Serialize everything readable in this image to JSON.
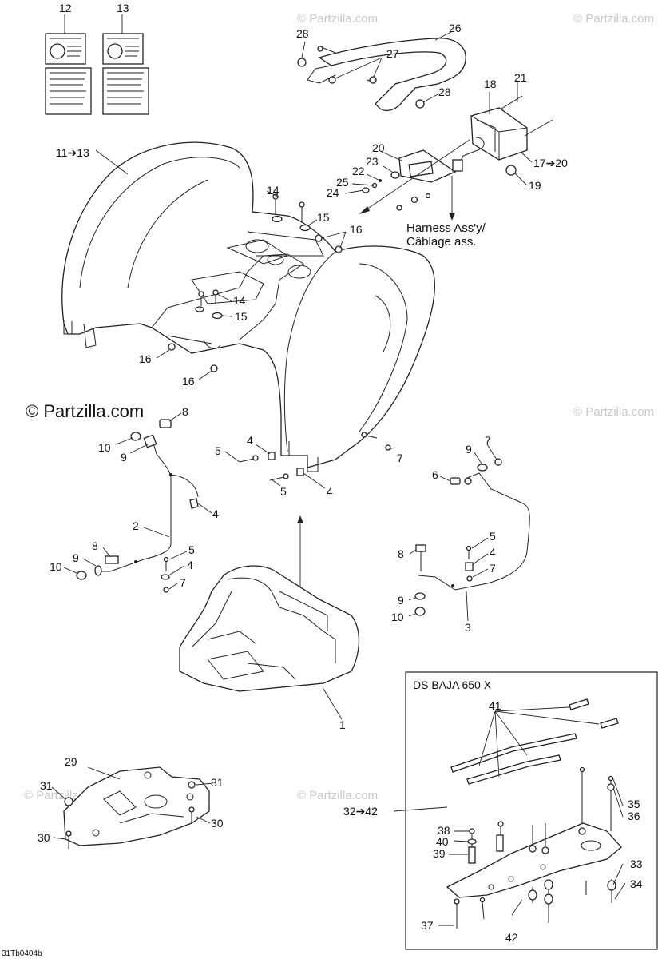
{
  "watermark": "© Partzilla.com",
  "drawing_code": "31Tb0404b",
  "harness_note": [
    "Harness Ass'y/",
    "Câblage ass."
  ],
  "inset_title": "DS BAJA 650 X",
  "labels": {
    "p1": "1",
    "p2": "2",
    "p3": "3",
    "p4a": "4",
    "p4b": "4",
    "p4c": "4",
    "p4d": "4",
    "p4e": "4",
    "p5a": "5",
    "p5b": "5",
    "p5c": "5",
    "p5d": "5",
    "p6": "6",
    "p7a": "7",
    "p7b": "7",
    "p7c": "7",
    "p7d": "7",
    "p8a": "8",
    "p8b": "8",
    "p8c": "8",
    "p9a": "9",
    "p9b": "9",
    "p9c": "9",
    "p9d": "9",
    "p10a": "10",
    "p10b": "10",
    "p10c": "10",
    "p11_13": "11➔13",
    "p12": "12",
    "p13": "13",
    "p14a": "14",
    "p14b": "14",
    "p15a": "15",
    "p15b": "15",
    "p16a": "16",
    "p16b": "16",
    "p16c": "16",
    "p17_20": "17➔20",
    "p18": "18",
    "p19": "19",
    "p20": "20",
    "p21": "21",
    "p22": "22",
    "p23": "23",
    "p24": "24",
    "p25": "25",
    "p26": "26",
    "p27": "27",
    "p28a": "28",
    "p28b": "28",
    "p29": "29",
    "p30a": "30",
    "p30b": "30",
    "p31a": "31",
    "p31b": "31",
    "p32_42": "32➔42",
    "p33": "33",
    "p34": "34",
    "p35": "35",
    "p36": "36",
    "p37": "37",
    "p38": "38",
    "p39": "39",
    "p40": "40",
    "p41": "41",
    "p42": "42"
  }
}
